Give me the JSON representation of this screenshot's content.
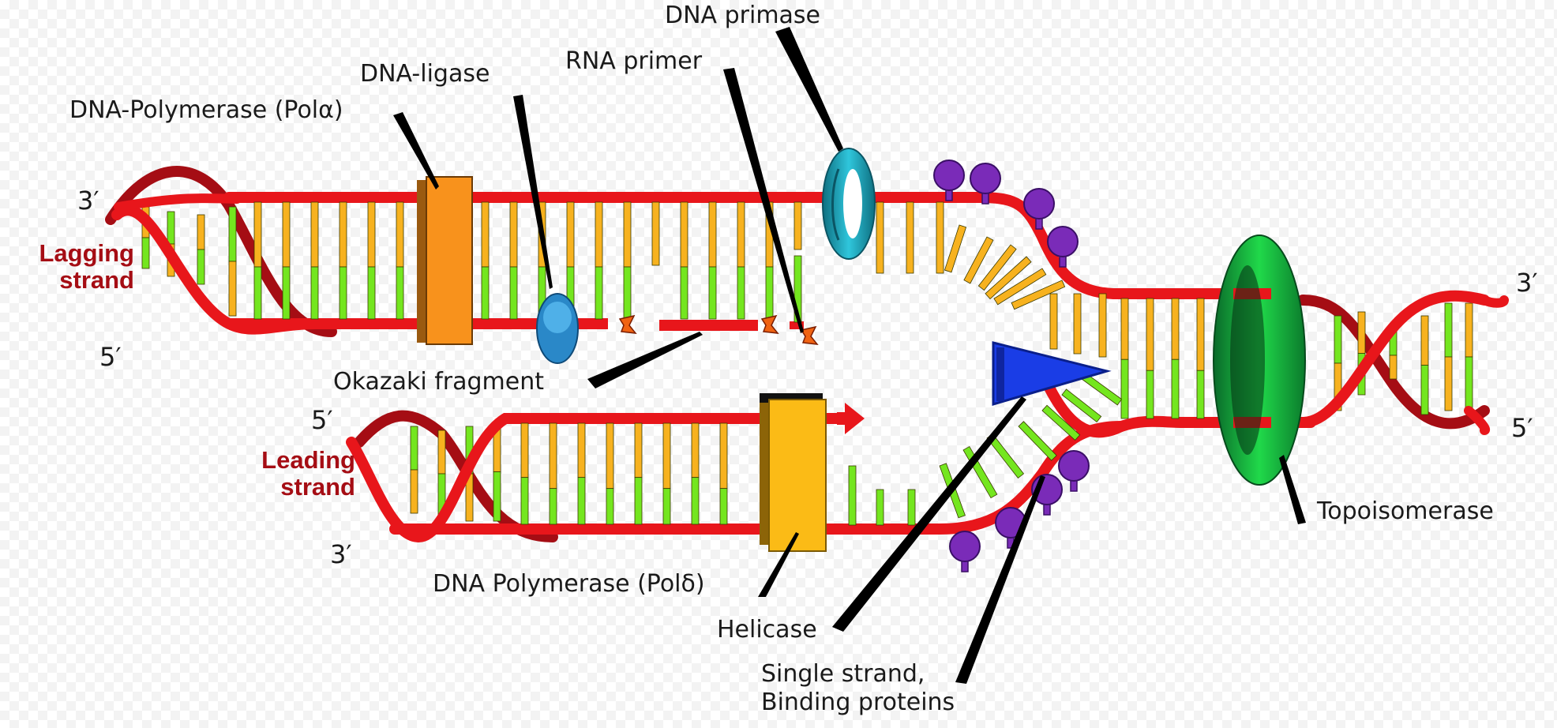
{
  "labels": {
    "dna_primase": "DNA primase",
    "rna_primer": "RNA primer",
    "dna_ligase": "DNA-ligase",
    "dna_polymerase_alpha": "DNA-Polymerase (Polα)",
    "okazaki_fragment": "Okazaki fragment",
    "dna_polymerase_delta": "DNA Polymerase (Polδ)",
    "helicase": "Helicase",
    "ssb_line1": "Single strand,",
    "ssb_line2": "Binding proteins",
    "topoisomerase": "Topoisomerase"
  },
  "strands": {
    "lagging_line1": "Lagging",
    "lagging_line2": "strand",
    "leading_line1": "Leading",
    "leading_line2": "strand"
  },
  "ends": {
    "lagging_top": "3′",
    "lagging_bottom": "5′",
    "leading_top": "5′",
    "leading_bottom": "3′",
    "right_top": "3′",
    "right_bottom": "5′"
  },
  "colors": {
    "backbone": "#e8161b",
    "backbone_dark": "#a50d14",
    "base_orange": "#f7b21f",
    "base_green": "#74e61f",
    "polymerase_alpha": "#f8921c",
    "polymerase_delta": "#fbbb16",
    "primase": "#1e9fb4",
    "ligase": "#2a88c8",
    "helicase": "#1a3de6",
    "topoisomerase": "#0fbf3a",
    "ssb": "#7a2bb8",
    "primer": "#f06312"
  }
}
